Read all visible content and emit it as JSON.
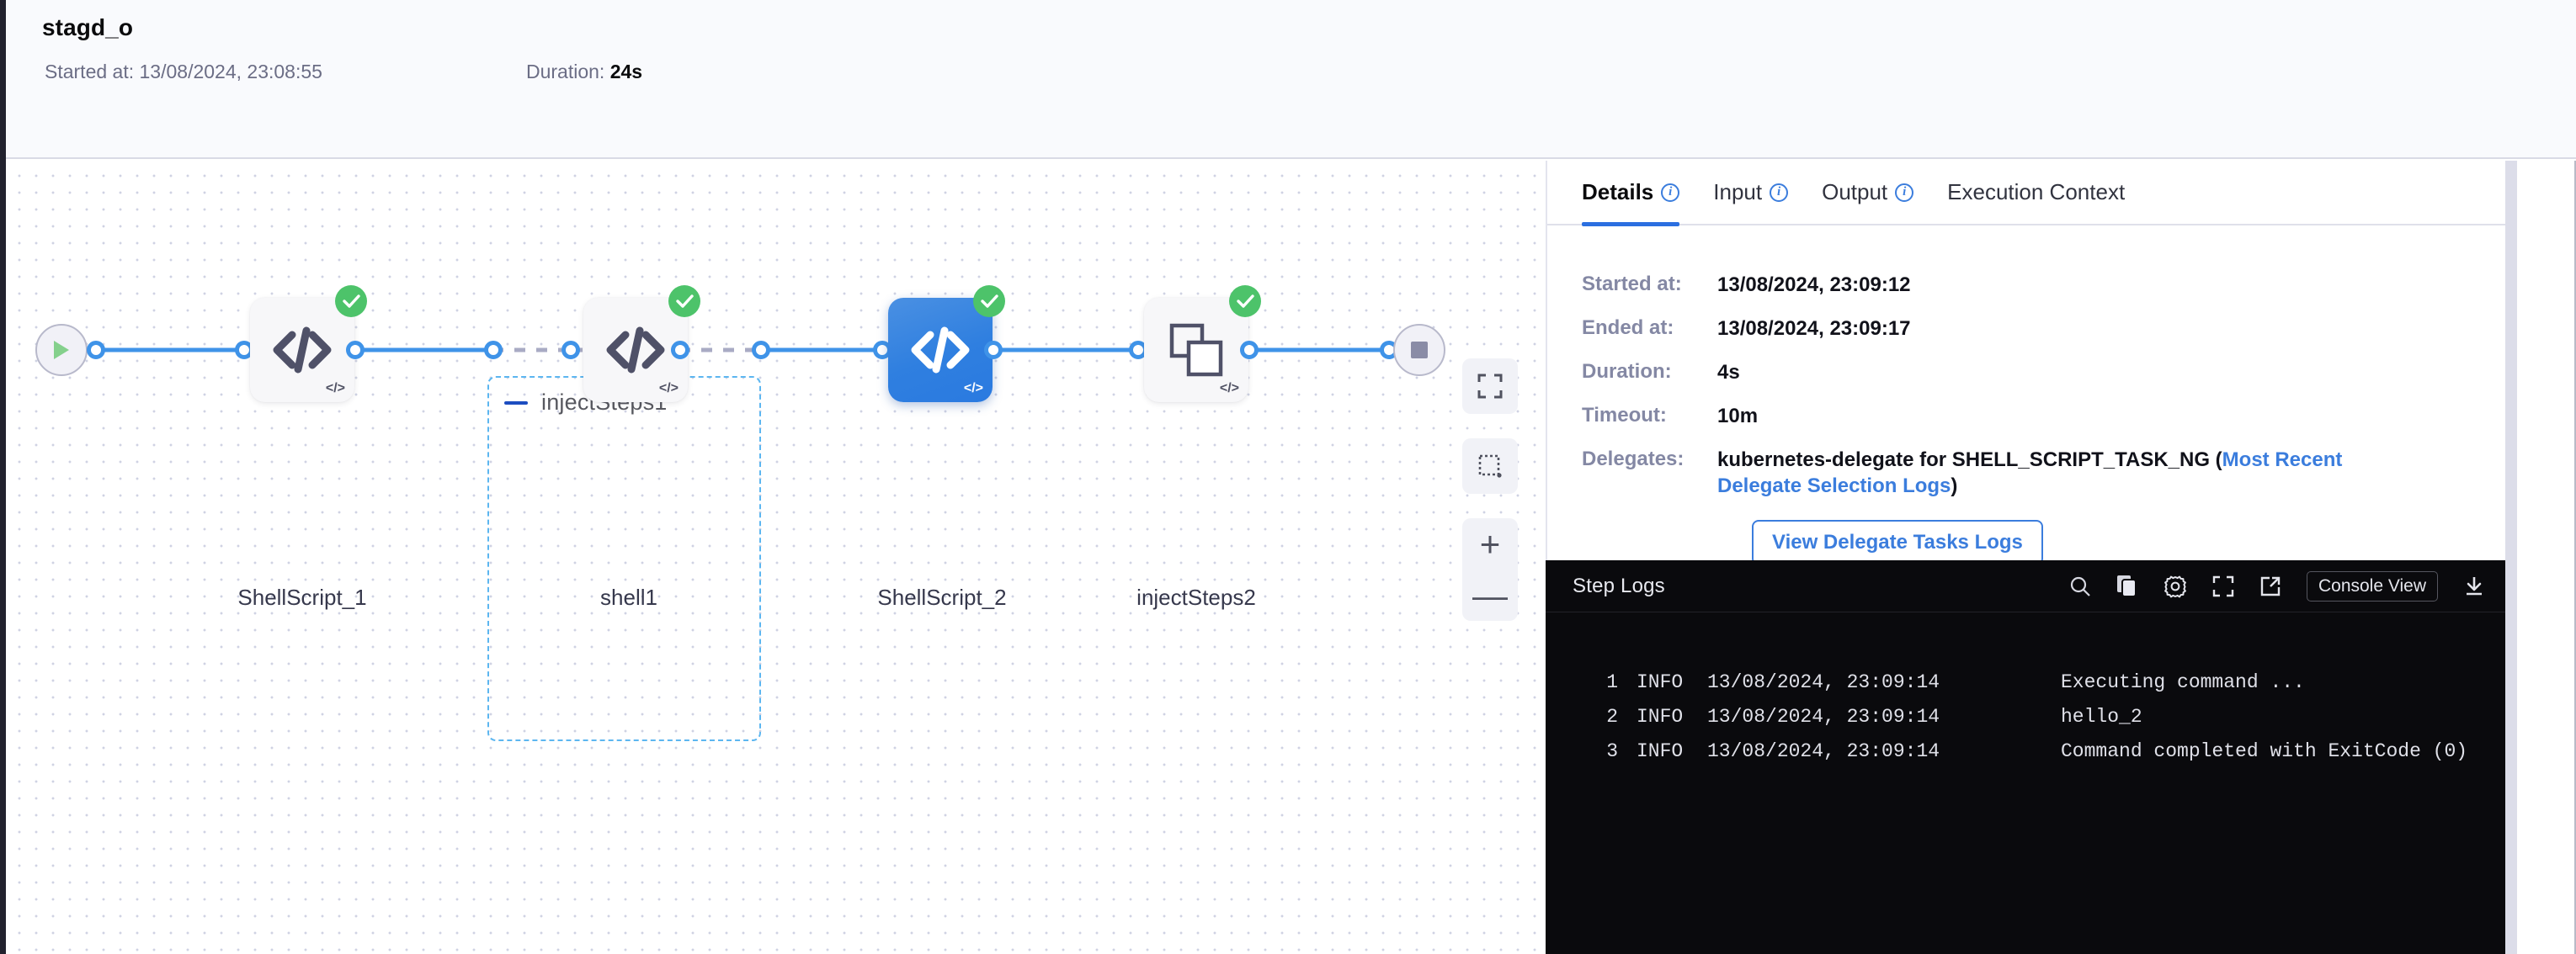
{
  "header": {
    "title": "stagd_o",
    "started_label": "Started at:",
    "started_value": "13/08/2024, 23:08:55",
    "duration_label": "Duration:",
    "duration_value": "24s"
  },
  "canvas": {
    "start_node": {
      "name": "start-node",
      "icon": "play-icon"
    },
    "end_node": {
      "name": "end-node",
      "icon": "stop-square-icon"
    },
    "group": {
      "label": "injectSteps1",
      "collapse_icon": "minus-icon"
    },
    "nodes": [
      {
        "label": "ShellScript_1",
        "icon": "code-brackets-icon",
        "status": "success",
        "selected": false
      },
      {
        "label": "shell1",
        "icon": "code-brackets-icon",
        "status": "success",
        "selected": false
      },
      {
        "label": "ShellScript_2",
        "icon": "code-brackets-icon",
        "status": "success",
        "selected": true
      },
      {
        "label": "injectSteps2",
        "icon": "stacked-squares-icon",
        "status": "success",
        "selected": false
      }
    ],
    "controls": [
      {
        "name": "fit-to-screen-button",
        "icon": "expand-corners-icon"
      },
      {
        "name": "selection-box-button",
        "icon": "dotted-square-icon"
      },
      {
        "name": "zoom-in-button",
        "icon": "plus-icon",
        "label": "+"
      },
      {
        "name": "zoom-out-button",
        "icon": "minus-icon",
        "label": "—"
      }
    ]
  },
  "right_panel": {
    "tabs": [
      {
        "label": "Details",
        "active": true,
        "has_info": true
      },
      {
        "label": "Input",
        "active": false,
        "has_info": true
      },
      {
        "label": "Output",
        "active": false,
        "has_info": true
      },
      {
        "label": "Execution Context",
        "active": false,
        "has_info": false
      }
    ],
    "details": {
      "started_label": "Started at:",
      "started_value": "13/08/2024, 23:09:12",
      "ended_label": "Ended at:",
      "ended_value": "13/08/2024, 23:09:17",
      "duration_label": "Duration:",
      "duration_value": "4s",
      "timeout_label": "Timeout:",
      "timeout_value": "10m",
      "delegates_label": "Delegates:",
      "delegates_text": "kubernetes-delegate for SHELL_SCRIPT_TASK_NG (",
      "delegates_link": "Most Recent Delegate Selection Logs",
      "delegates_suffix": ")",
      "delegate_button": "View Delegate Tasks Logs"
    }
  },
  "logs": {
    "title": "Step Logs",
    "console_button": "Console View",
    "tools": [
      "search-icon",
      "copy-icon",
      "gear-icon",
      "fullscreen-icon",
      "external-link-icon",
      "download-icon"
    ],
    "lines": [
      {
        "num": "1",
        "level": "INFO",
        "timestamp": "13/08/2024, 23:09:14",
        "message": "Executing command ..."
      },
      {
        "num": "2",
        "level": "INFO",
        "timestamp": "13/08/2024, 23:09:14",
        "message": "hello_2"
      },
      {
        "num": "3",
        "level": "INFO",
        "timestamp": "13/08/2024, 23:09:14",
        "message": "Command completed with ExitCode (0)"
      }
    ]
  },
  "colors": {
    "accent_blue": "#3b7ddd",
    "edge_blue": "#3f93e8",
    "success_green": "#4dc36a",
    "selected_node": "#2f7fe0",
    "log_bg": "#0a0a0d"
  }
}
